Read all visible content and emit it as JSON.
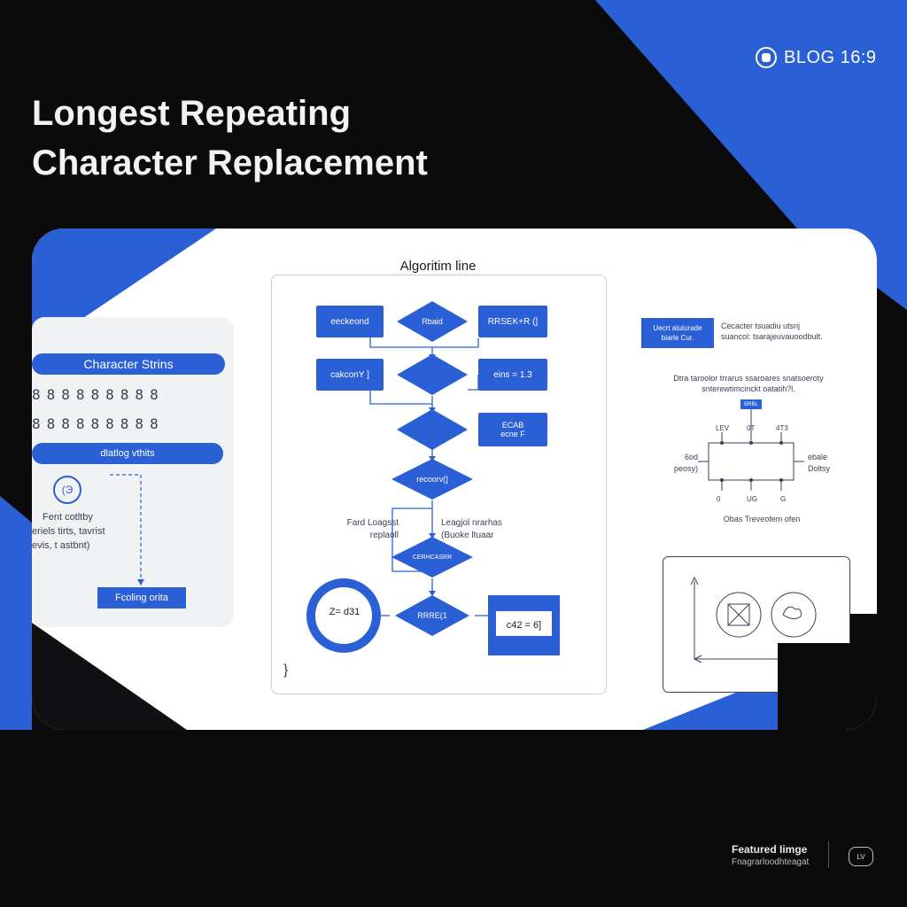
{
  "colors": {
    "accent": "#2b5fd6",
    "background": "#0b0b0c",
    "card": "#ffffff"
  },
  "badge": {
    "icon": "record-icon",
    "label": "BLOG 16:9"
  },
  "title": {
    "line1": "Longest Repeating",
    "line2": "Character Replacement"
  },
  "left_panel": {
    "header": "Character Strins",
    "rows": [
      "888888888",
      "888888888"
    ],
    "subheader": "dlatlog vthits",
    "marker": "(Э",
    "note_lines": [
      "Fent cotltby",
      "eriels tirts, tavrist",
      "evis, t astbnt)"
    ],
    "button": "Fcoling orita"
  },
  "center_panel": {
    "title": "Algoritim line",
    "left_boxes": [
      "eeckeond",
      "cakconY ]"
    ],
    "diamonds": [
      "Rbaid",
      "",
      "",
      "recoorv(]",
      "CERHCASRR",
      "RRRE(1"
    ],
    "right_boxes": [
      "RRSEK+R (]",
      "eins = 1.3",
      "ECAB\necne F"
    ],
    "labels": [
      "Fard Loagsst\nreplaoll",
      "Leagjol nrarhas\n(Buoke ltuaar"
    ],
    "circle": "Z= d31",
    "result": "c42 = 6]",
    "brace": "}"
  },
  "right_panel": {
    "tag": "Uecrt atuturade\nbiarle Cur.",
    "tag_note": "Cecacter tsuadiu utsrij\nsuancol: tsarajeuvauoodbult.",
    "desc": "Dtra taroolor trrarus ssaroares snatsoeroty\nsnterewtimcinckt oatatih?l.",
    "diagram_badge": "BRBL",
    "top_labels": [
      "LEV",
      "0T",
      "4T3"
    ],
    "side_left": "6od\npeosy)",
    "side_right": "ebale\nDoltsy",
    "bottom_labels": [
      "0",
      "UG",
      "G"
    ],
    "caption": "Obas Treveofem ofen"
  },
  "footer": {
    "line1": "Featured Iimge",
    "line2": "Fnagrarloodhteagat",
    "badge": "LV"
  }
}
